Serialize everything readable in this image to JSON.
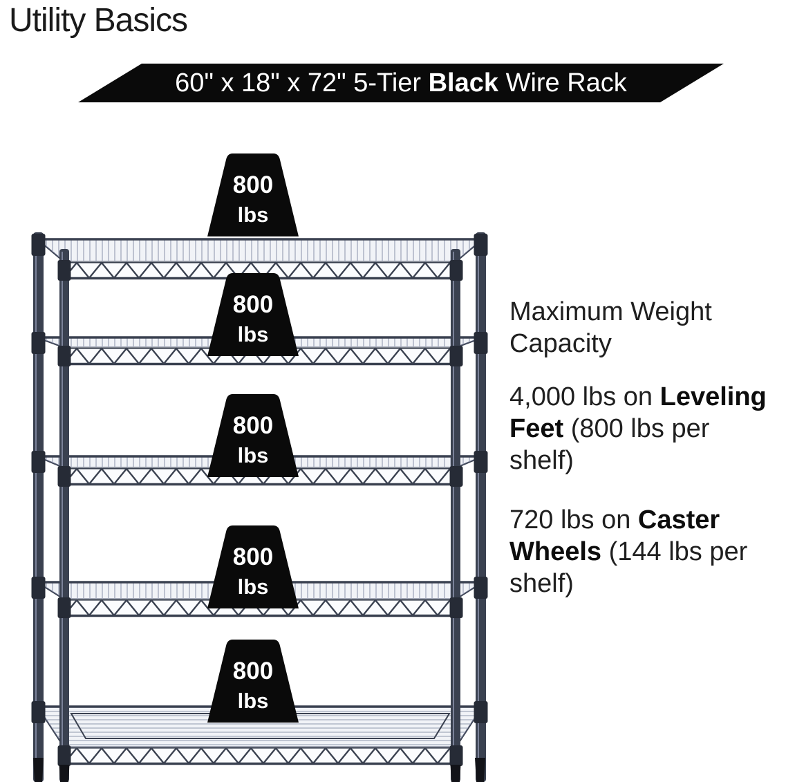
{
  "colors": {
    "ink": "#0a0a0a",
    "white": "#ffffff",
    "wire": "#3a4150",
    "text": "#1f1f1f"
  },
  "brand": {
    "name": "Utility Basics",
    "trademark": "™"
  },
  "banner": {
    "segments": [
      {
        "text": "60\" x 18\" x 72\" 5-Tier ",
        "bold": false
      },
      {
        "text": "Black",
        "bold": true
      },
      {
        "text": " Wire Rack",
        "bold": false
      }
    ]
  },
  "rack": {
    "tiers": 5,
    "badges": [
      {
        "value": "800",
        "unit": "lbs"
      },
      {
        "value": "800",
        "unit": "lbs"
      },
      {
        "value": "800",
        "unit": "lbs"
      },
      {
        "value": "800",
        "unit": "lbs"
      },
      {
        "value": "800",
        "unit": "lbs"
      }
    ]
  },
  "info": {
    "heading_lines": [
      "Maximum Weight",
      "Capacity"
    ],
    "paragraphs": [
      {
        "lines": [
          [
            {
              "t": "4,000 lbs on ",
              "b": false
            },
            {
              "t": "Leveling",
              "b": true
            }
          ],
          [
            {
              "t": "Feet",
              "b": true
            },
            {
              "t": " (800 lbs per",
              "b": false
            }
          ],
          [
            {
              "t": "shelf)",
              "b": false
            }
          ]
        ]
      },
      {
        "lines": [
          [
            {
              "t": "720 lbs on ",
              "b": false
            },
            {
              "t": "Caster",
              "b": true
            }
          ],
          [
            {
              "t": "Wheels",
              "b": true
            },
            {
              "t": " (144 lbs per",
              "b": false
            }
          ],
          [
            {
              "t": "shelf)",
              "b": false
            }
          ]
        ]
      }
    ]
  }
}
